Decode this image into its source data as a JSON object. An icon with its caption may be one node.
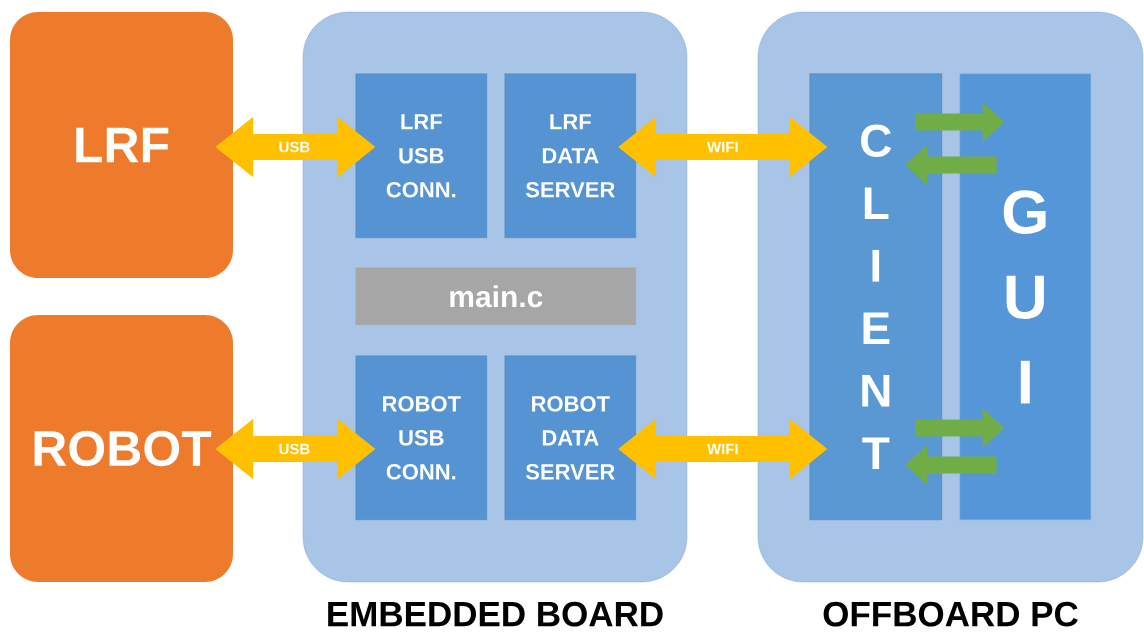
{
  "diagram": {
    "nodes": [
      {
        "text": [
          "LRF"
        ]
      },
      {
        "text": [
          "ROBOT"
        ]
      },
      {
        "text": [
          "EMBEDDED BOARD"
        ]
      },
      {
        "text": [
          "LRF USB CONN."
        ],
        "in": 2
      },
      {
        "text": [
          "LRF DATA SERVER"
        ],
        "in": 2
      },
      {
        "text": [
          "main.c"
        ],
        "in": 2
      },
      {
        "text": [
          "ROBOT USB CONN."
        ],
        "in": 2
      },
      {
        "text": [
          "ROBOT DATA SERVER"
        ],
        "in": 2
      },
      {
        "text": [
          "OFFBOARD PC"
        ]
      },
      {
        "text": [
          "C L I E N T"
        ],
        "in": 8
      },
      {
        "text": [
          "G U I"
        ],
        "in": 8
      }
    ],
    "edges": [
      {
        "from": 0,
        "to": 3,
        "arrow": "both",
        "label": "USB",
        "color": "#ffc000"
      },
      {
        "from": 4,
        "to": 9,
        "arrow": "both",
        "label": "WIFI",
        "color": "#ffc000"
      },
      {
        "from": 1,
        "to": 6,
        "arrow": "both",
        "label": "USB",
        "color": "#ffc000"
      },
      {
        "from": 7,
        "to": 9,
        "arrow": "both",
        "label": "WIFI",
        "color": "#ffc000"
      },
      {
        "from": 9,
        "to": 10,
        "arrow": "to",
        "color": "#70ad47"
      },
      {
        "from": 10,
        "to": 9,
        "arrow": "to",
        "color": "#70ad47"
      },
      {
        "from": 9,
        "to": 10,
        "arrow": "to",
        "color": "#70ad47"
      },
      {
        "from": 10,
        "to": 9,
        "arrow": "to",
        "color": "#70ad47"
      }
    ]
  }
}
